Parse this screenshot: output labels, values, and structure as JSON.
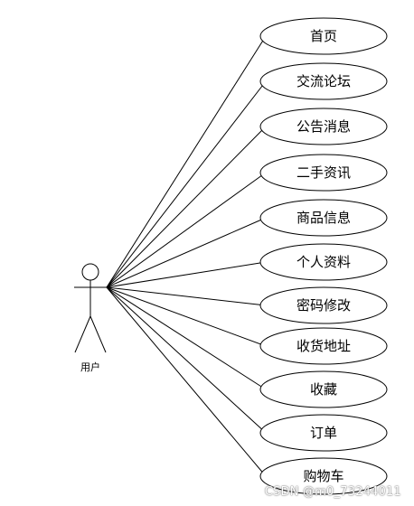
{
  "actor": {
    "label": "用户"
  },
  "use_cases": [
    {
      "label": "首页"
    },
    {
      "label": "交流论坛"
    },
    {
      "label": "公告消息"
    },
    {
      "label": "二手资讯"
    },
    {
      "label": "商品信息"
    },
    {
      "label": "个人资料"
    },
    {
      "label": "密码修改"
    },
    {
      "label": "收货地址"
    },
    {
      "label": "收藏"
    },
    {
      "label": "订单"
    },
    {
      "label": "购物车"
    }
  ],
  "watermark": "CSDN @m0_73244011"
}
